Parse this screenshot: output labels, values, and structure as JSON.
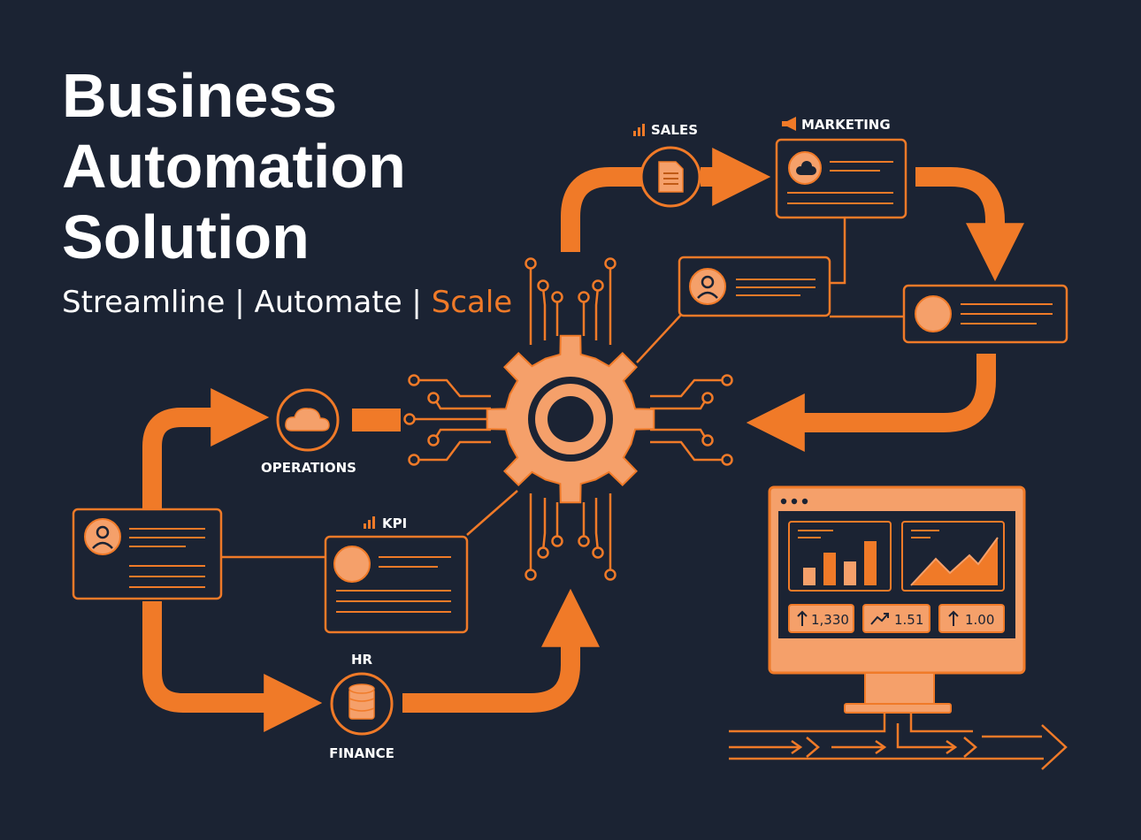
{
  "title": {
    "line1": "Business",
    "line2": "Automation",
    "line3": "Solution"
  },
  "subtitle": {
    "part1": "Streamline",
    "sep1": " | ",
    "part2": "Automate",
    "sep2": " | ",
    "part3": "Scale"
  },
  "labels": {
    "sales": "SALES",
    "marketing": "MARKETING",
    "operations": "OPERATIONS",
    "kpi": "KPI",
    "hr": "HR",
    "finance": "FINANCE"
  },
  "dashboard": {
    "stat1": "1,330",
    "stat2": "1.51",
    "stat3": "1.00"
  },
  "colors": {
    "accent": "#f07a28",
    "accent_light": "#f5a06a",
    "background": "#1b2333"
  }
}
